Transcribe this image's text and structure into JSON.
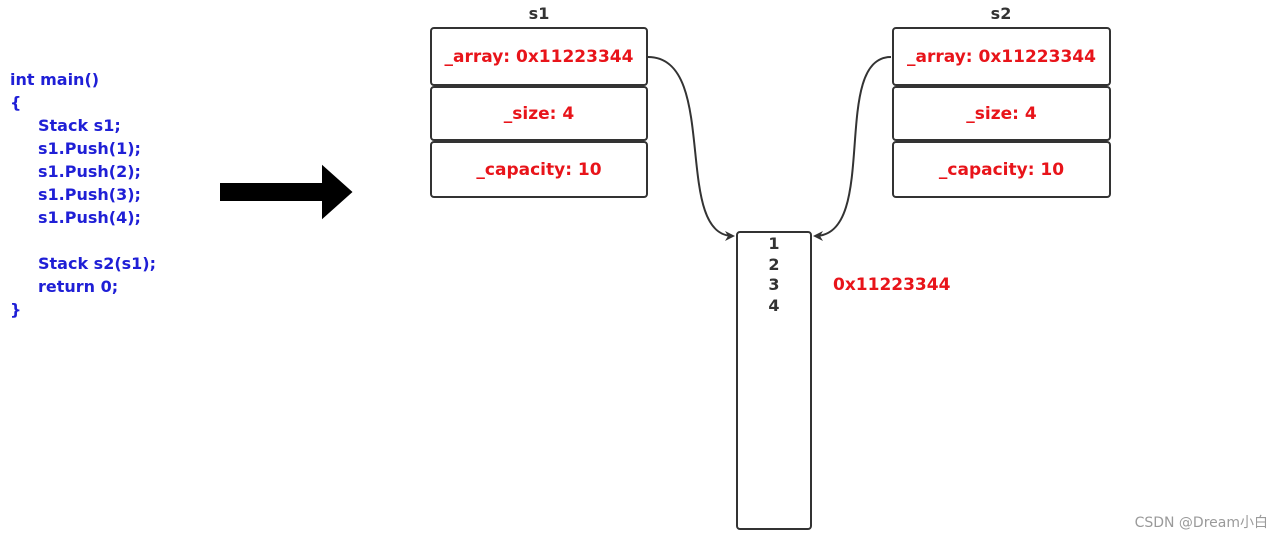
{
  "code": {
    "lines": [
      {
        "text": "int main()",
        "indent": false
      },
      {
        "text": "{",
        "indent": false
      },
      {
        "text": "Stack s1;",
        "indent": true
      },
      {
        "text": "s1.Push(1);",
        "indent": true
      },
      {
        "text": "s1.Push(2);",
        "indent": true
      },
      {
        "text": "s1.Push(3);",
        "indent": true
      },
      {
        "text": "s1.Push(4);",
        "indent": true
      },
      {
        "text": "",
        "indent": true
      },
      {
        "text": "Stack s2(s1);",
        "indent": true
      },
      {
        "text": "return 0;",
        "indent": true
      },
      {
        "text": "}",
        "indent": false
      }
    ]
  },
  "s1": {
    "title": "s1",
    "array": "_array: 0x11223344",
    "size": "_size: 4",
    "capacity": "_capacity: 10"
  },
  "s2": {
    "title": "s2",
    "array": "_array: 0x11223344",
    "size": "_size: 4",
    "capacity": "_capacity: 10"
  },
  "heap": {
    "values": [
      "1",
      "2",
      "3",
      "4"
    ],
    "address": "0x11223344"
  },
  "watermark": "CSDN @Dream小白",
  "colors": {
    "code": "#1f1fd6",
    "field_text": "#e8141a",
    "border": "#333333",
    "arrow": "#000000"
  }
}
